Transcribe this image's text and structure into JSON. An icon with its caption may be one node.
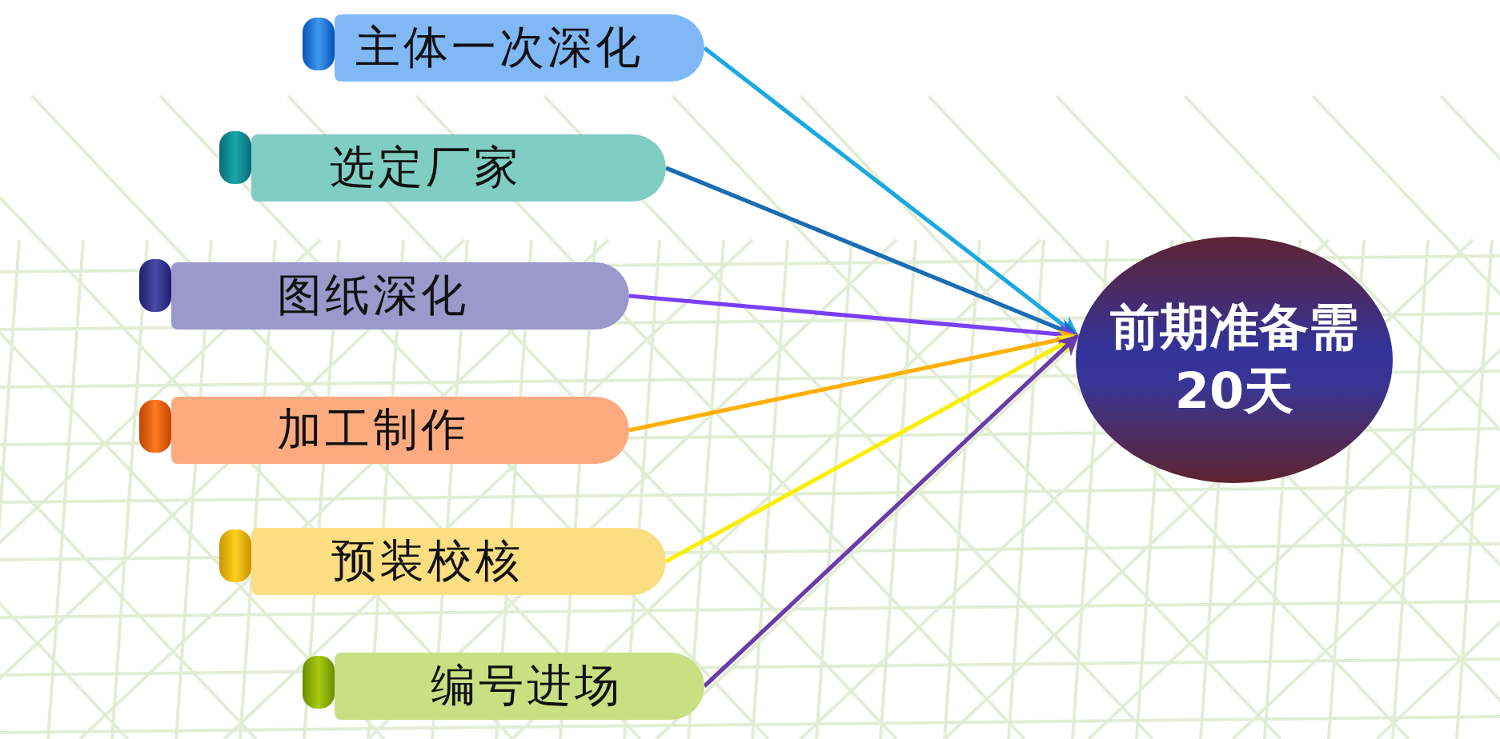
{
  "diagram": {
    "nodes": [
      {
        "text": [
          "主体一次深化"
        ]
      },
      {
        "text": [
          "选定厂家"
        ]
      },
      {
        "text": [
          "图纸深化"
        ]
      },
      {
        "text": [
          "加工制作"
        ]
      },
      {
        "text": [
          "预装校核"
        ]
      },
      {
        "text": [
          "编号进场"
        ]
      },
      {
        "text": [
          "前期准备需20天"
        ]
      }
    ],
    "edges": [
      {
        "from": 0,
        "to": 6,
        "arrow": "to",
        "color": "#1aa8e0"
      },
      {
        "from": 1,
        "to": 6,
        "arrow": "to",
        "color": "#1a6cb4"
      },
      {
        "from": 2,
        "to": 6,
        "arrow": "to",
        "color": "#7840f8"
      },
      {
        "from": 3,
        "to": 6,
        "arrow": "to",
        "color": "#ffb000"
      },
      {
        "from": 4,
        "to": 6,
        "arrow": "to",
        "color": "#f8f000"
      },
      {
        "from": 5,
        "to": 6,
        "arrow": "to",
        "color": "#6a3ca8"
      }
    ]
  }
}
